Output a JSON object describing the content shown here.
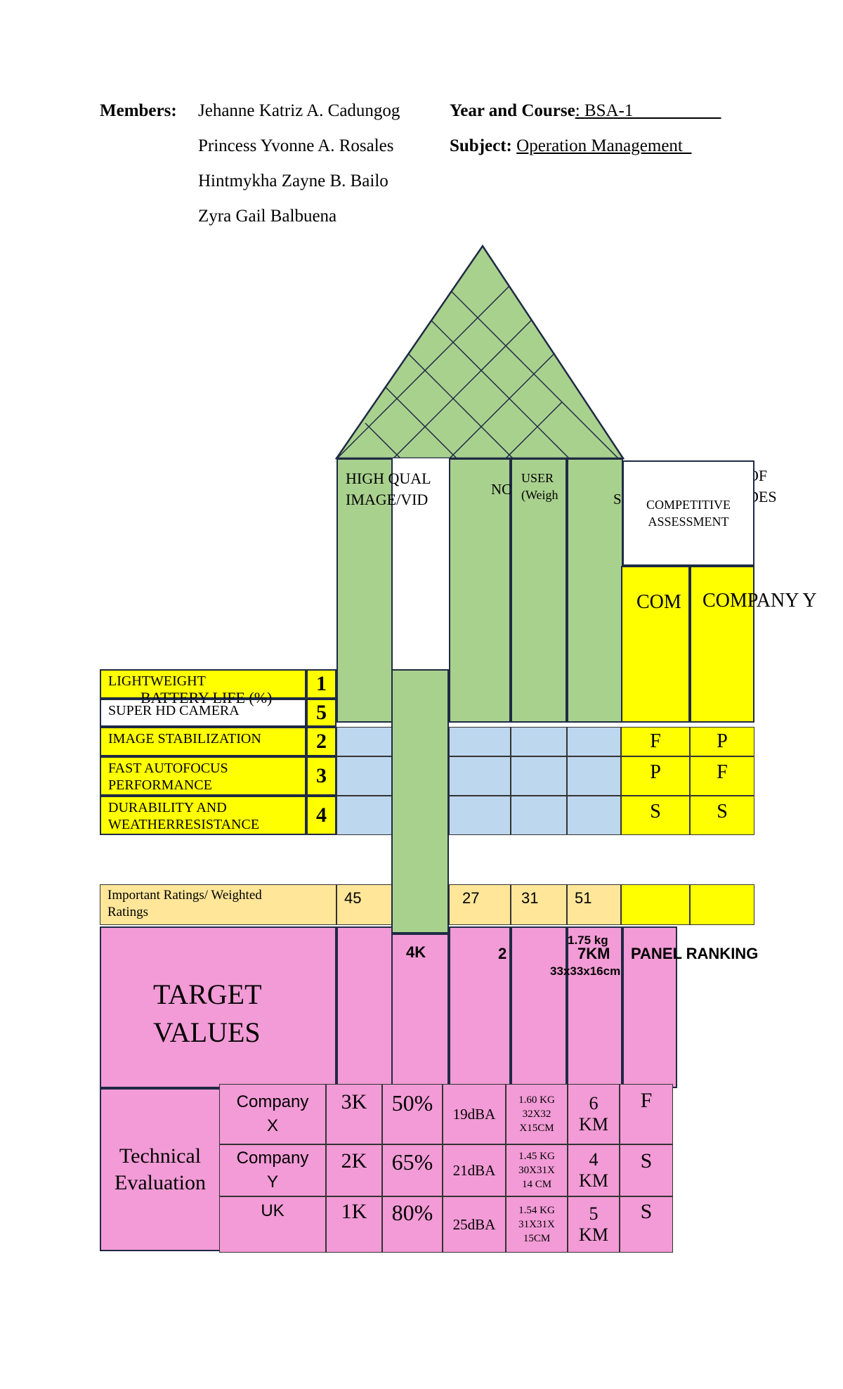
{
  "header": {
    "members_label": "Members:",
    "members": [
      "Jehanne Katriz A. Cadungog",
      "Princess Yvonne A. Rosales",
      "Hintmykha Zayne B. Bailo",
      "Zyra Gail Balbuena"
    ],
    "year_course_label": "Year and Course",
    "year_course_value": ": BSA-1__________",
    "subject_label": "Subject:",
    "subject_value": "Operation Management_"
  },
  "columns": {
    "col1_line1": "HIGH QUAL",
    "col1_line2": "IMAGE/VID",
    "col3": "NC",
    "col4_line1": "USER",
    "col4_line2": "(Weigh",
    "col5": "S",
    "comp_hidden_line1": "OF",
    "comp_hidden_line2": "DES",
    "competitive_line1": "COMPETITIVE",
    "competitive_line2": "ASSESSMENT",
    "company_x": "COM",
    "company_y": "COMPANY Y"
  },
  "requirements": [
    {
      "label": "LIGHTWEIGHT",
      "label2": "",
      "rank": "1",
      "overlay": "BATTERY LIFE (%)",
      "x": "",
      "y": ""
    },
    {
      "label": "SUPER HD CAMERA",
      "label2": "",
      "rank": "5",
      "x": "",
      "y": ""
    },
    {
      "label": "IMAGE STABILIZATION",
      "label2": "",
      "rank": "2",
      "x": "F",
      "y": "P"
    },
    {
      "label": "FAST AUTOFOCUS",
      "label2": "PERFORMANCE",
      "rank": "3",
      "x": "P",
      "y": "F"
    },
    {
      "label": "DURABILITY AND",
      "label2": "WEATHERRESISTANCE",
      "rank": "4",
      "x": "S",
      "y": "S"
    }
  ],
  "ratings": {
    "label_line1": "Important Ratings/ Weighted",
    "label_line2": "Ratings",
    "values": [
      "45",
      "27",
      "31",
      "51"
    ]
  },
  "target": {
    "label_line1": "TARGET",
    "label_line2": "VALUES",
    "v_4k": "4K",
    "v_2": "2",
    "v_kg": "1.75 kg",
    "v_km": "7KM",
    "v_dim": "33x33x16cm",
    "panel_ranking": "PANEL RANKING"
  },
  "technical": {
    "label_line1": "Technical",
    "label_line2": "Evaluation",
    "rows": [
      {
        "name1": "Company",
        "name2": "X",
        "res": "3K",
        "pct": "50%",
        "noise": "19dBA",
        "w1": "1.60 KG",
        "w2": "32X32",
        "w3": "X15CM",
        "d1": "6",
        "d2": "KM",
        "rank": "F"
      },
      {
        "name1": "Company",
        "name2": "Y",
        "res": "2K",
        "pct": "65%",
        "noise": "21dBA",
        "w1": "1.45 KG",
        "w2": "30X31X",
        "w3": "14 CM",
        "d1": "4",
        "d2": "KM",
        "rank": "S"
      },
      {
        "name1": "UK",
        "name2": "",
        "res": "1K",
        "pct": "80%",
        "noise": "25dBA",
        "w1": "1.54 KG",
        "w2": "31X31X",
        "w3": "15CM",
        "d1": "5",
        "d2": "KM",
        "rank": "S"
      }
    ]
  },
  "colors": {
    "yellow": "#ffff00",
    "green": "#a9d18e",
    "blue": "#bdd7ee",
    "pink": "#f29bd6",
    "orange": "#ffe699",
    "border": "#1f2a44"
  }
}
